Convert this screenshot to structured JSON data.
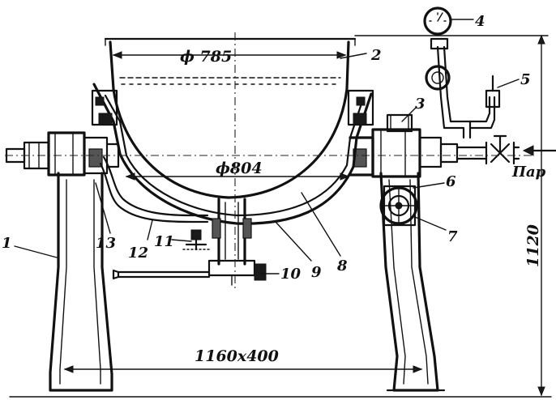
{
  "dimensions": {
    "top_diameter": "ϕ 785",
    "bowl_diameter": "ϕ804",
    "base": "1160x400",
    "height": "1120"
  },
  "labels": {
    "l1": "1",
    "l2": "2",
    "l3": "3",
    "l4": "4",
    "l5": "5",
    "l6": "6",
    "l7": "7",
    "l8": "8",
    "l9": "9",
    "l10": "10",
    "l11": "11",
    "l12": "12",
    "l13": "13",
    "steam": "Пар"
  }
}
